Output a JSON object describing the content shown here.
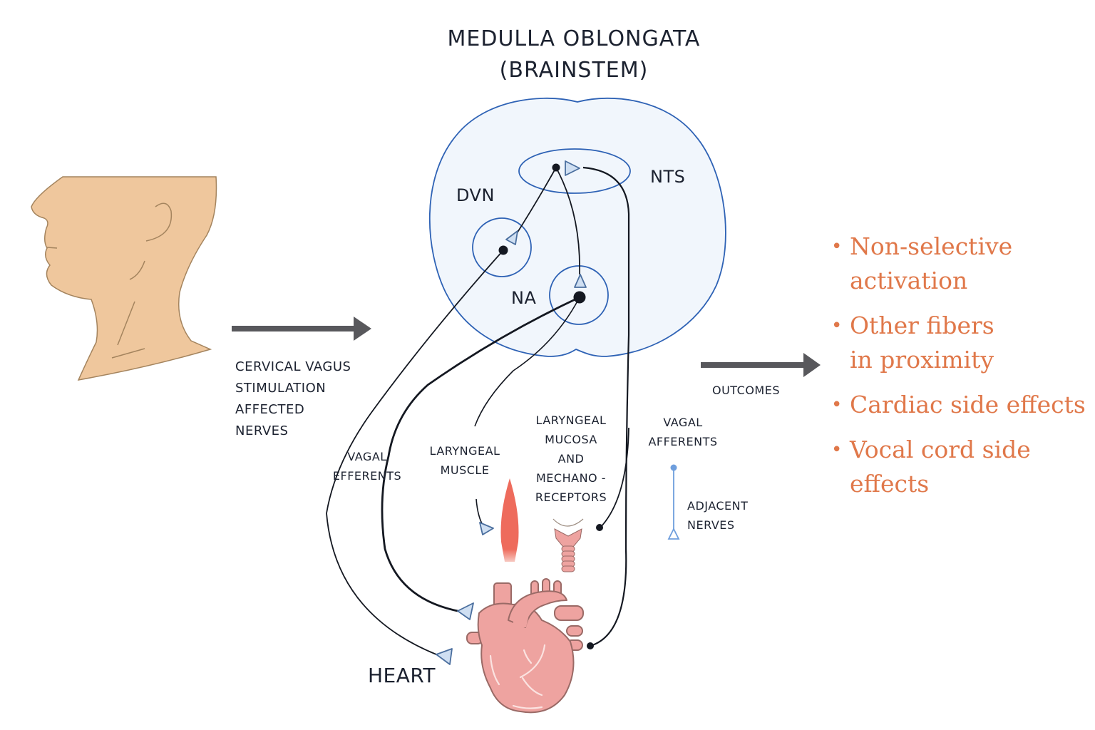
{
  "title": {
    "line1": "MEDULLA OBLONGATA",
    "line2": "(BRAINSTEM)"
  },
  "brainstem": {
    "nuclei": [
      {
        "id": "nts",
        "label": "NTS"
      },
      {
        "id": "dvn",
        "label": "DVN"
      },
      {
        "id": "na",
        "label": "NA"
      }
    ]
  },
  "input": {
    "lines": [
      "CERVICAL VAGUS",
      "STIMULATION",
      "AFFECTED",
      "NERVES"
    ]
  },
  "targets": {
    "vagal_efferents": [
      "VAGAL",
      "EFFERENTS"
    ],
    "laryngeal_muscle": [
      "LARYNGEAL",
      "MUSCLE"
    ],
    "laryngeal_mucosa": [
      "LARYNGEAL",
      "MUCOSA",
      "AND",
      "MECHANO -",
      "RECEPTORS"
    ],
    "vagal_afferents": [
      "VAGAL",
      "AFFERENTS"
    ],
    "adjacent_nerves": [
      "ADJACENT",
      "NERVES"
    ],
    "heart": "HEART"
  },
  "outcomes": {
    "label": "OUTCOMES",
    "items": [
      {
        "bullet": "•",
        "text_lines": [
          "Non-selective",
          "activation"
        ]
      },
      {
        "bullet": "•",
        "text_lines": [
          "Other fibers",
          "in proximity"
        ]
      },
      {
        "bullet": "•",
        "text_lines": [
          "Cardiac side effects"
        ]
      },
      {
        "bullet": "•",
        "text_lines": [
          "Vocal cord side",
          "effects"
        ]
      }
    ]
  },
  "colors": {
    "skin": "#efc79d",
    "skin_outline": "#a4845e",
    "brainstem_fill": "#f1f6fc",
    "brainstem_outline": "#2e62b5",
    "arrow": "#58585c",
    "nerve": "#141821",
    "terminal_fill": "#cfdff2",
    "terminal_stroke": "#4a6e9e",
    "muscle": "#ee6b5c",
    "heart": "#eea3a0",
    "heart_outline": "#9a6a66",
    "adjacent_nerve": "#6e9edd",
    "outcome_text": "#e0784a"
  }
}
